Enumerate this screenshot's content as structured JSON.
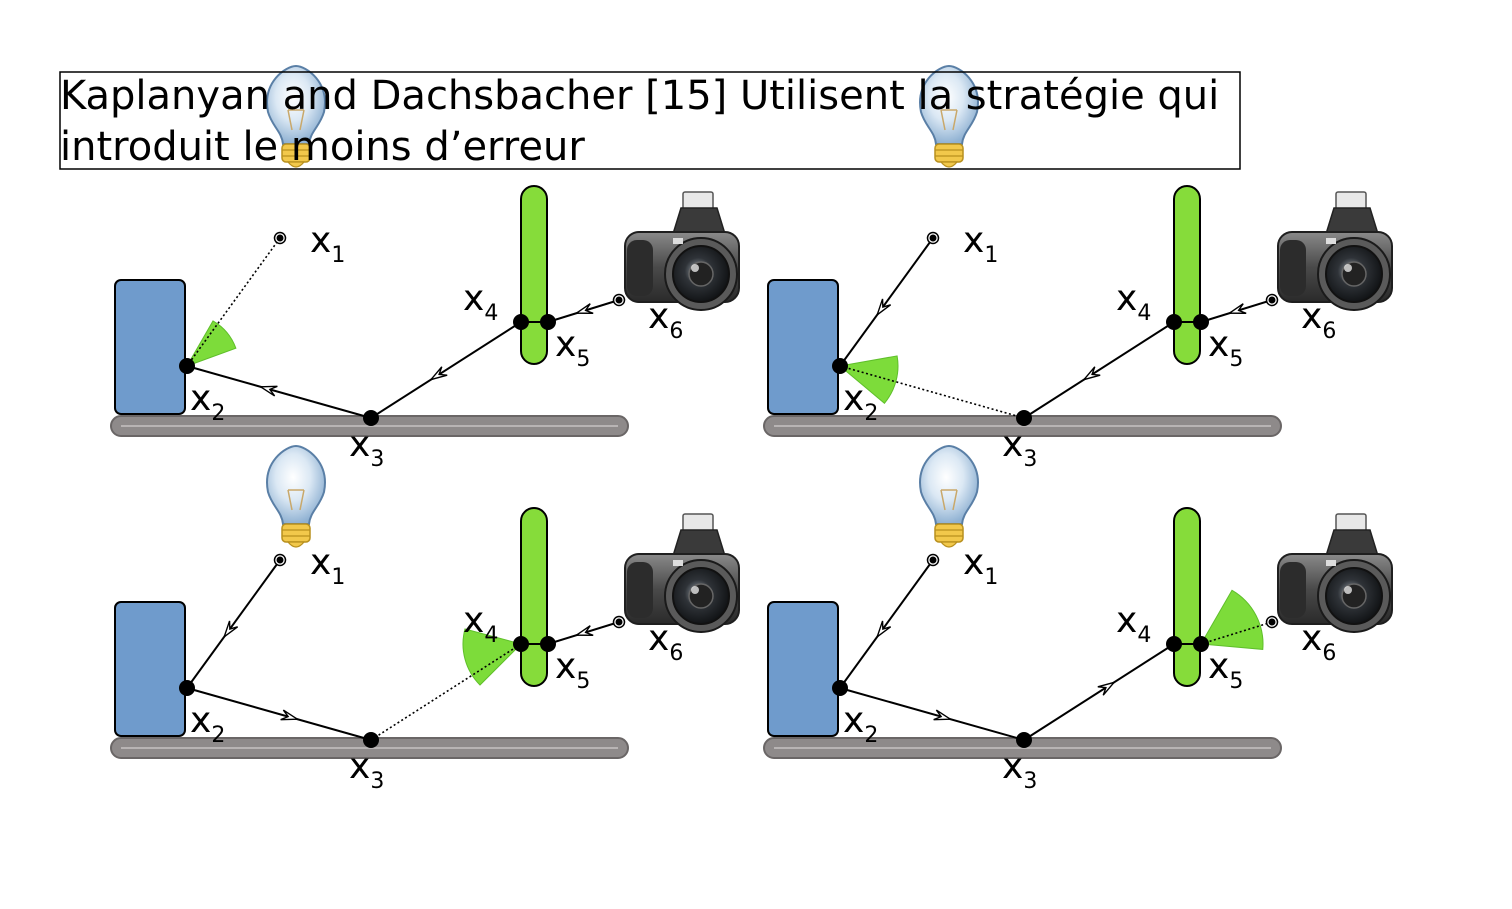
{
  "title_lines": [
    "Kaplanyan and Dachsbacher [15] Utilisent la stratégie qui",
    "introduit le moins d’erreur"
  ],
  "vertex_labels": [
    "x",
    "x",
    "x",
    "x",
    "x",
    "x"
  ],
  "vertex_indices": [
    "1",
    "2",
    "3",
    "4",
    "5",
    "6"
  ],
  "colors": {
    "wall": "#6f9bcc",
    "pole": "#86dc3a",
    "floor": "#8e8a8a",
    "lobe": "#7ddc3a",
    "path": "#000000"
  },
  "icons": [
    "light-bulb-icon",
    "camera-icon"
  ],
  "panels": [
    {
      "name": "panel-top-left",
      "sampled_vertex": "x2",
      "dotted_segment": "x1-x2",
      "bulb_visible": "partial"
    },
    {
      "name": "panel-top-right",
      "sampled_vertex": "x2",
      "dotted_segment": "x2-x3",
      "bulb_visible": "partial"
    },
    {
      "name": "panel-bottom-left",
      "sampled_vertex": "x4",
      "dotted_segment": "x3-x4",
      "bulb_visible": "full"
    },
    {
      "name": "panel-bottom-right",
      "sampled_vertex": "x5",
      "dotted_segment": "x5-x6",
      "bulb_visible": "full"
    }
  ]
}
